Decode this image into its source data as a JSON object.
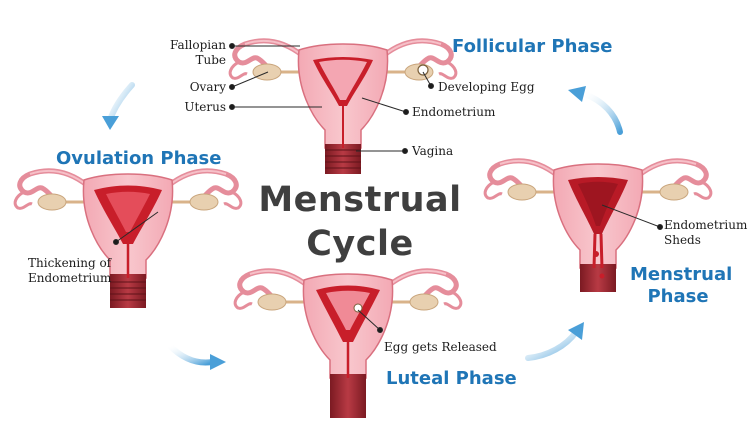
{
  "title": {
    "line1": "Menstrual",
    "line2": "Cycle"
  },
  "phases": {
    "follicular": "Follicular Phase",
    "ovulation": "Ovulation Phase",
    "menstrual_line1": "Menstrual",
    "menstrual_line2": "Phase",
    "luteal": "Luteal Phase"
  },
  "labels": {
    "fallopian_line1": "Fallopian",
    "fallopian_line2": "Tube",
    "ovary": "Ovary",
    "uterus": "Uterus",
    "developing_egg": "Developing Egg",
    "endometrium": "Endometrium",
    "vagina": "Vagina",
    "thickening_line1": "Thickening of",
    "thickening_line2": "Endometrium",
    "endometrium_sheds_line1": "Endometrium",
    "endometrium_sheds_line2": "Sheds",
    "egg_released": "Egg gets Released"
  },
  "colors": {
    "phase_label": "#1f75b6",
    "title": "#3f3f3f",
    "arrow": "#5aa8de",
    "uterus_outer": "#ef9aa6",
    "uterus_wall": "#e57a8a",
    "endometrium": "#c81e2a",
    "cervix": "#8b1e26"
  }
}
